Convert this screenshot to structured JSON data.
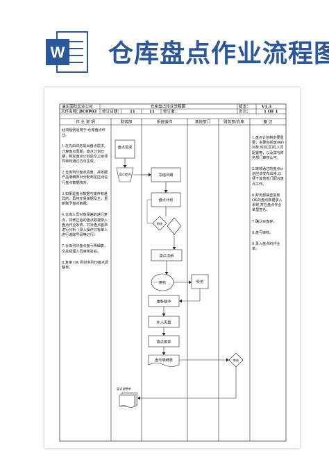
{
  "banner": {
    "icon": "word-document-icon",
    "icon_letter": "W",
    "title": "仓库盘点作业流程图",
    "brand_color": "#2b579a"
  },
  "header": {
    "company": "迪乐国际实业公司",
    "doc_title": "仓库盘点作业流程图",
    "version_label": "版本：",
    "version": "V1.3",
    "file_name_label": "文件名称：",
    "file_code": "DC0P03",
    "revise_date_label": "修订日期：",
    "revise_month": "11",
    "revise_day": "11",
    "reviser_label": "修订者：",
    "page_label": "页次：",
    "page": "1 OF 1"
  },
  "columns": [
    "作 业 说 明",
    "财务部",
    "系统操作",
    "其他部门",
    "财务部/仓库",
    "备 注"
  ],
  "left_notes": [
    "此流程例适用于:仓库盘点作业。",
    "1.在先由财务提出盘点需求，计算盘点周期，盘点计划日期，制定盘点计划后交上级领导审核通过方可生效。",
    "2.仓库列印盘点清册，并依据产品明细表对分配商定区间进行盘点数据核对。",
    "3.如果是盘点数据与库存有差异的，再将交易单据及主，重新赋予盘点数据。",
    "4.仓库人员对有误差的进行复点，将修正后的盘点数据录入盘点作业系统，并对盘点差异进行分析（录入操作只有单人进行追踪号码等过行）",
    "7.仓库列印盘点盘亏明细表，交总经理人员审核签名。",
    "8.复审 OK 则财务列印盘点调整单。"
  ],
  "right_notes": [
    "1.盘点计划制定要重要，主要包括盘点的对象,时间,区间,人员配置等，以及需与财务部门审核认可。",
    "2.审核通过的盘点计划应该发布出来,以便于其他部门配合盘点工作。",
    "6.财务部抽查复核OK的盘点数据录入系统,并在盘点作业单里签名。",
    "7.确认实盘存。",
    "8.盘亏审核。",
    "9.录入盘点料作业单。"
  ],
  "flow": {
    "start": "盘点需求",
    "doc_plan": "盘点提供",
    "freeze": "冻结日期",
    "plan": "盘点计划",
    "decision1": "审核",
    "list": "盘点清册",
    "recount": "复检",
    "reassign": "重新赋予",
    "input": "补入实盘",
    "diff": "盘点差异",
    "variance_list": "盘亏明细表",
    "adjust": "审核",
    "dept": "受务",
    "output": "盘点调整单"
  }
}
